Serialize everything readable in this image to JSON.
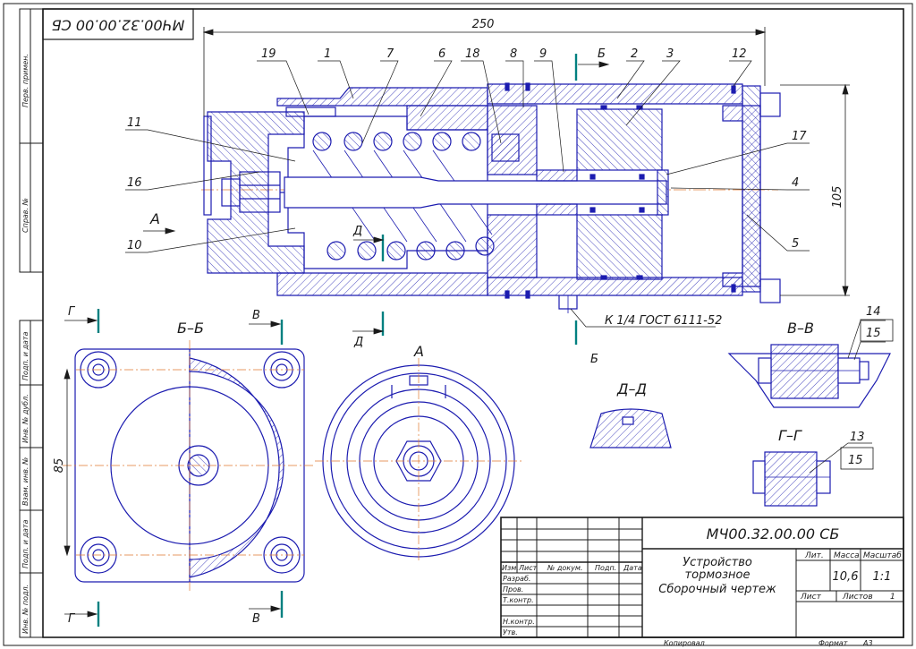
{
  "stamp": {
    "designation": "МЧ00.32.00.00 СБ",
    "title_line1": "Устройство",
    "title_line2": "тормозное",
    "title_line3": "Сборочный чертеж",
    "col_lit": "Лит.",
    "col_mass": "Масса",
    "col_scale": "Масштаб",
    "mass": "10,6",
    "scale": "1:1",
    "sheet_label": "Лист",
    "sheets_label": "Листов",
    "sheets_count": "1",
    "rows": [
      "Разраб.",
      "Пров.",
      "Т.контр.",
      "",
      "Н.контр.",
      "Утв."
    ],
    "header_cols": [
      "Изм.",
      "Лист",
      "№ докум.",
      "Подп.",
      "Дата"
    ],
    "copied": "Копировал",
    "format": "Формат",
    "format_value": "А3"
  },
  "corner_designation": "МЧ00.32.00.00 СБ",
  "side_labels": [
    "Перв. примен.",
    "Справ. №",
    "Подп. и дата",
    "Инв. № дубл.",
    "Взам. инв. №",
    "Подп. и дата",
    "Инв. № подл."
  ],
  "dimensions": {
    "overall_length": "250",
    "height": "105",
    "bolt_spacing": "85"
  },
  "callouts": [
    "19",
    "1",
    "7",
    "6",
    "18",
    "8",
    "9",
    "2",
    "3",
    "12",
    "11",
    "16",
    "17",
    "4",
    "10",
    "5",
    "14",
    "15",
    "13",
    "15"
  ],
  "thread_note": "К 1/4 ГОСТ 6111-52",
  "view_labels": {
    "section_bb": "Б–Б",
    "view_a": "А",
    "section_dd": "Д–Д",
    "section_vv": "В–В",
    "section_gg": "Г–Г",
    "letter_a": "А",
    "letter_b": "Б",
    "letter_v": "В",
    "letter_g": "Г",
    "letter_d": "Д"
  },
  "colors": {
    "line": "#1c1cb0",
    "frame": "#1a1a1a",
    "axis": "#e07a30",
    "marker": "#008080"
  }
}
